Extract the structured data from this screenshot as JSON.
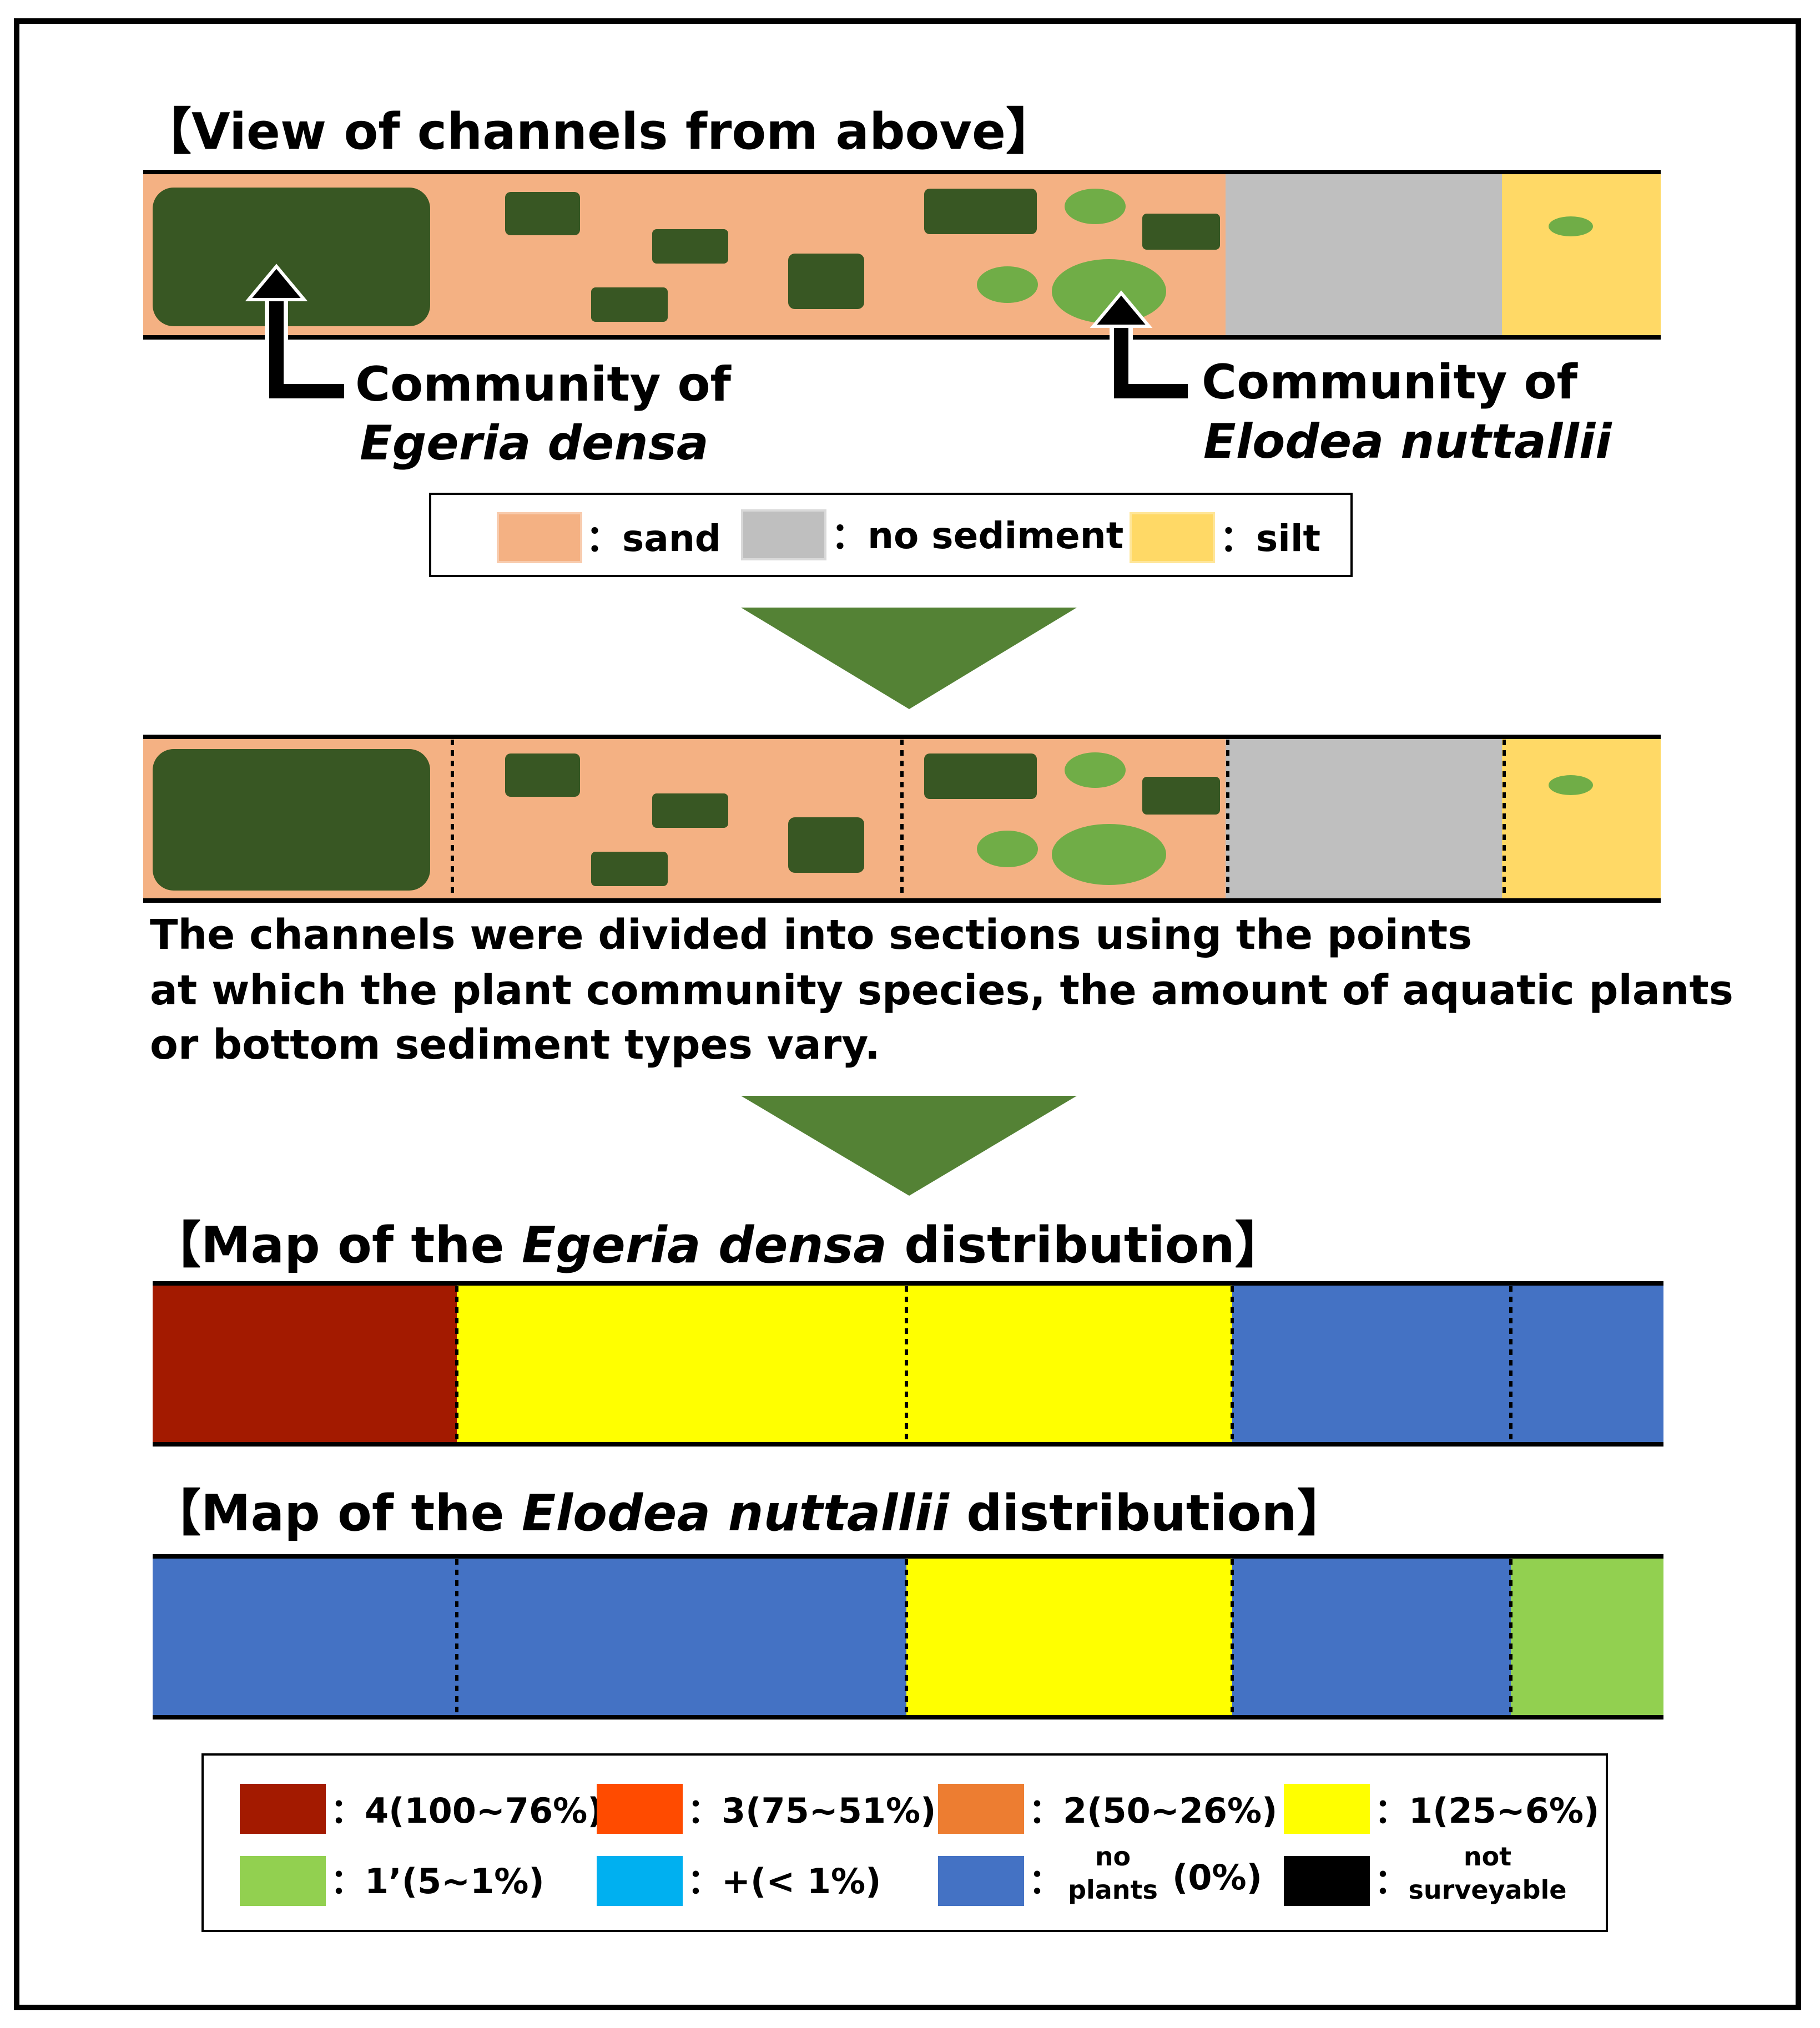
{
  "colors": {
    "sand": "#F4B183",
    "no_sediment": "#BFBFBF",
    "silt": "#FFD966",
    "egeria": "#385723",
    "elodea": "#70AD47",
    "arrow_green": "#548235",
    "cover_4": "#A31A00",
    "cover_3": "#FF4B00",
    "cover_2": "#ED7D31",
    "cover_1": "#FFFF00",
    "cover_1p": "#92D050",
    "cover_plus": "#00B0F0",
    "cover_0": "#4472C4",
    "cover_ns": "#000000"
  },
  "view_title": "【View of channels from above】",
  "egeria_label": {
    "line1": "Community of",
    "line2": "Egeria densa"
  },
  "elodea_label": {
    "line1": "Community of",
    "line2": "Elodea nuttallii"
  },
  "sediment_legend": [
    {
      "color_key": "sand",
      "label": "：sand"
    },
    {
      "color_key": "no_sediment",
      "label": "：no sediment"
    },
    {
      "color_key": "silt",
      "label": "：silt"
    }
  ],
  "division_text": [
    "The channels were divided into sections using the points",
    "at which the plant community species, the amount of aquatic plants",
    "or bottom sediment types vary."
  ],
  "egeria_map": {
    "title_pre": "【Map of the ",
    "title_species": "Egeria densa",
    "title_post": " distribution】",
    "sections": [
      "cover_4",
      "cover_1",
      "cover_1",
      "cover_0",
      "cover_0"
    ]
  },
  "elodea_map": {
    "title_pre": "【Map of the ",
    "title_species": "Elodea nuttallii",
    "title_post": " distribution】",
    "sections": [
      "cover_0",
      "cover_0",
      "cover_1",
      "cover_0",
      "cover_1p"
    ]
  },
  "cover_legend": [
    {
      "color_key": "cover_4",
      "label": "：4(100~76%)"
    },
    {
      "color_key": "cover_3",
      "label": "：3(75~51%)"
    },
    {
      "color_key": "cover_2",
      "label": "：2(50~26%)"
    },
    {
      "color_key": "cover_1",
      "label": "：1(25~6%)"
    },
    {
      "color_key": "cover_1p",
      "label": "：1’(5~1%)"
    },
    {
      "color_key": "cover_plus",
      "label": "：+(< 1%)"
    },
    {
      "color_key": "cover_0",
      "label": "：",
      "stack": [
        "no",
        "plants"
      ],
      "suffix": "(0%)"
    },
    {
      "color_key": "cover_ns",
      "label": "：",
      "stack": [
        "not",
        "surveyable"
      ],
      "suffix": ""
    }
  ]
}
